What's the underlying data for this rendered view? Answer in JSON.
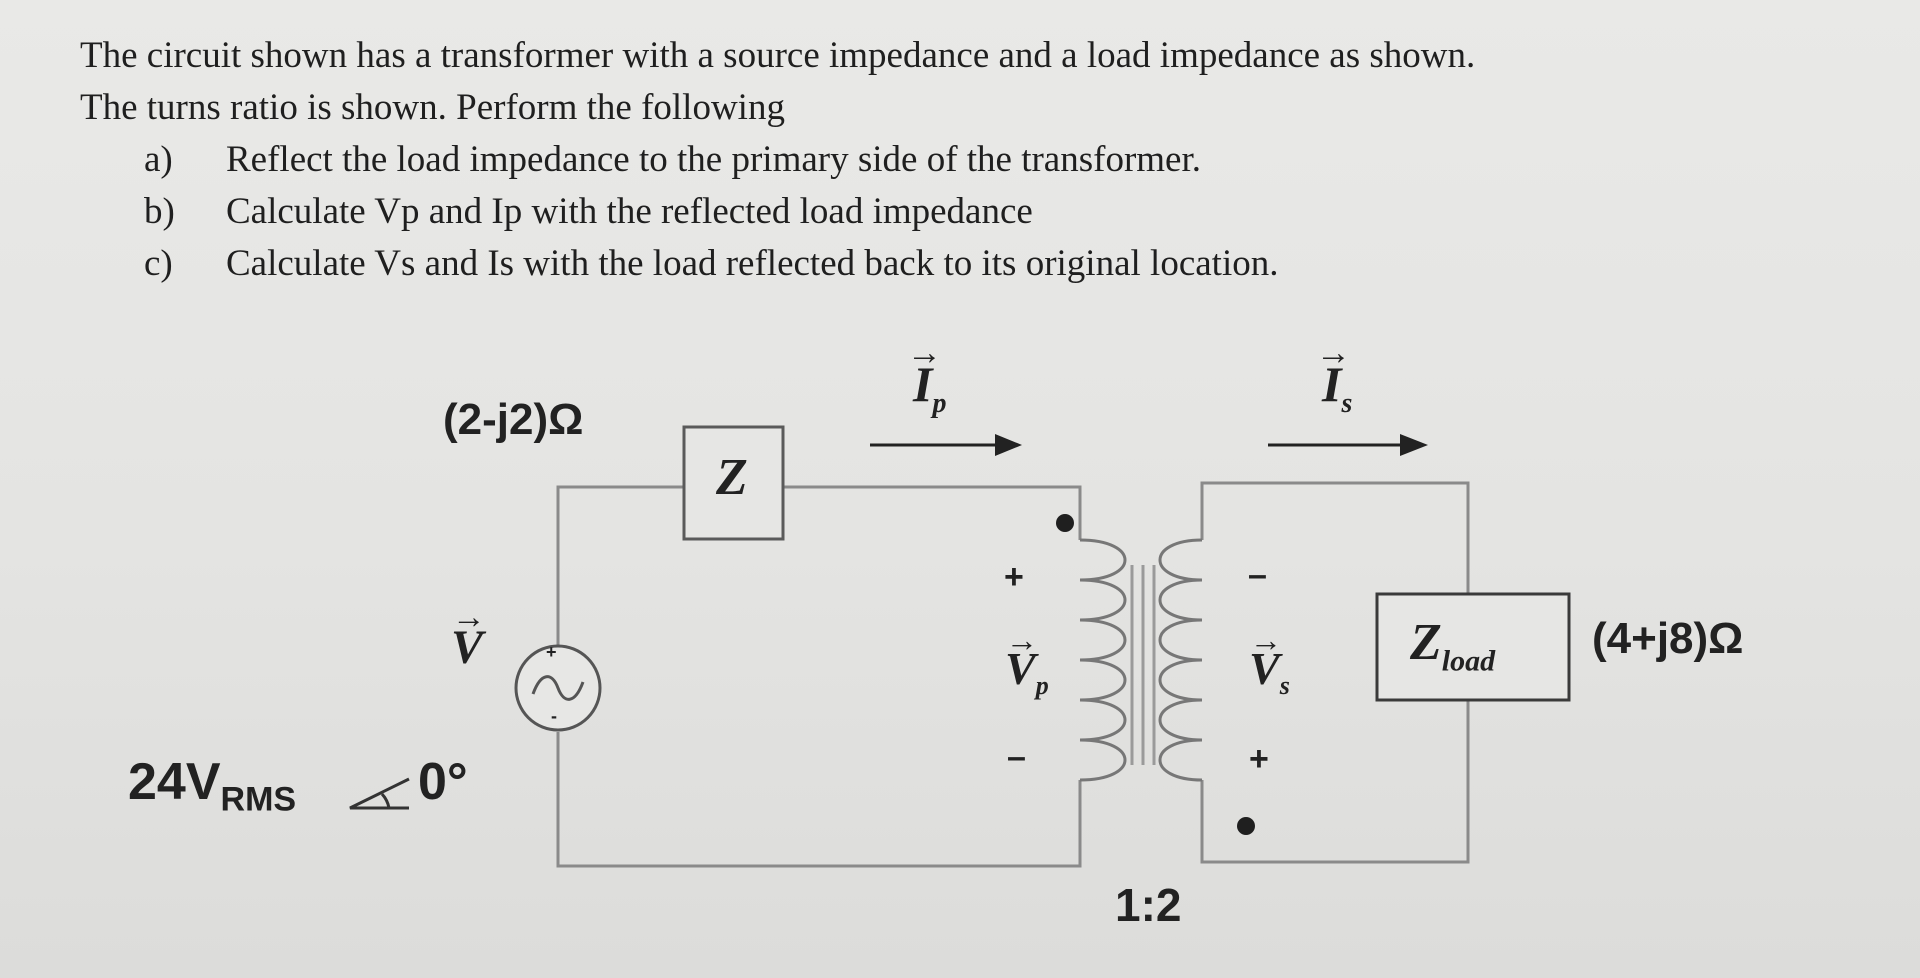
{
  "problem": {
    "intro_line1": "The circuit shown has a transformer with a source impedance and a load impedance as shown.",
    "intro_line2": "The turns ratio is shown.  Perform the following",
    "items": [
      {
        "label": "a)",
        "text": "Reflect the load impedance to the primary side of the transformer."
      },
      {
        "label": "b)",
        "text": "Calculate Vp and Ip with the reflected load impedance"
      },
      {
        "label": "c)",
        "text": "Calculate Vs and Is with the load reflected back to its original location."
      }
    ]
  },
  "circuit": {
    "source_impedance_value": "(2-j2)Ω",
    "source_impedance_symbol": "Z",
    "primary_current": {
      "symbol": "I",
      "sub": "p"
    },
    "secondary_current": {
      "symbol": "I",
      "sub": "s"
    },
    "source_voltage_symbol": "V",
    "source_value": {
      "main": "24V",
      "sub": "RMS",
      "angle": "0°"
    },
    "primary_voltage": {
      "symbol": "V",
      "sub": "p",
      "plus": "+",
      "minus": "–"
    },
    "secondary_voltage": {
      "symbol": "V",
      "sub": "s",
      "plus": "+",
      "minus": "–"
    },
    "load_symbol": {
      "main": "Z",
      "sub": "load"
    },
    "load_value": "(4+j8)Ω",
    "turns_ratio": "1:2",
    "source_polarity": {
      "plus": "+",
      "minus": "-"
    }
  }
}
